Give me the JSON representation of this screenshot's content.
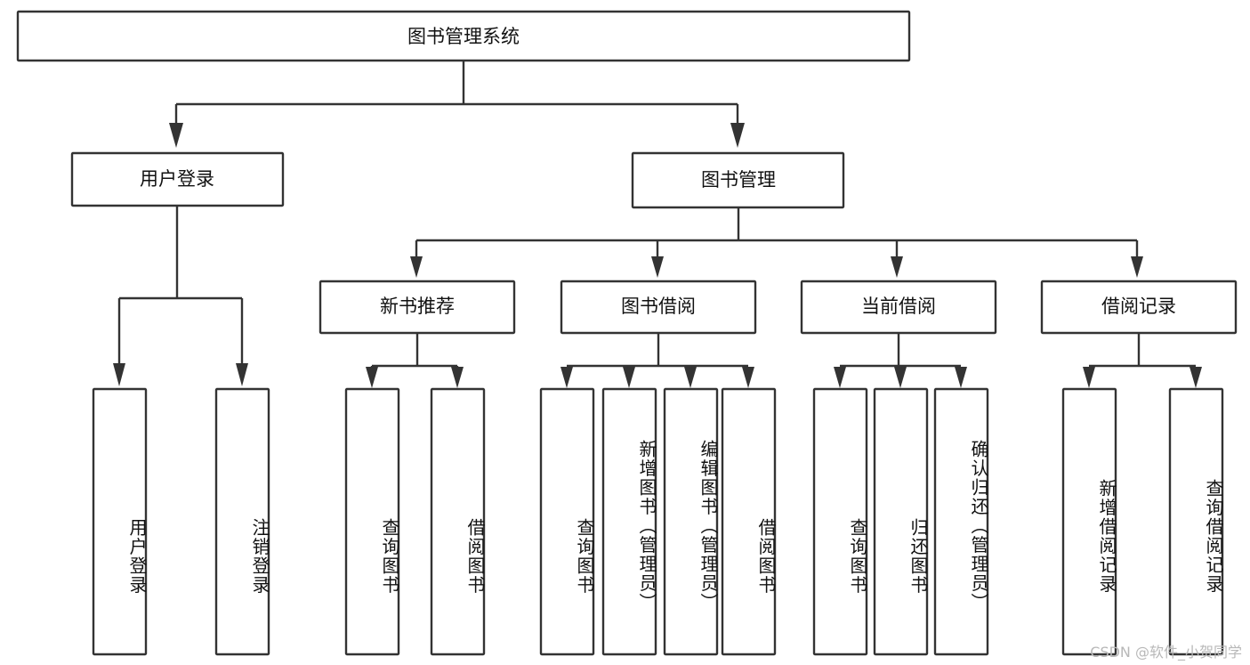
{
  "diagram": {
    "type": "tree",
    "title": "图书管理系统",
    "watermark": "CSDN @软件_小贺同学",
    "colors": {
      "box_stroke": "#333333",
      "box_fill": "#ffffff",
      "connector": "#333333",
      "text": "#111111",
      "watermark": "#b8b8b8",
      "background": "#ffffff"
    },
    "levels": {
      "root": {
        "label": "图书管理系统"
      },
      "level2": [
        {
          "label": "用户登录"
        },
        {
          "label": "图书管理"
        }
      ],
      "level3": [
        {
          "label": "新书推荐"
        },
        {
          "label": "图书借阅"
        },
        {
          "label": "当前借阅"
        },
        {
          "label": "借阅记录"
        }
      ]
    },
    "nodes": {
      "root": "图书管理系统",
      "user_login": "用户登录",
      "book_manage": "图书管理",
      "new_book_rec": "新书推荐",
      "book_borrow": "图书借阅",
      "current_borrow": "当前借阅",
      "borrow_record": "借阅记录",
      "leaf_user_login": "用户登录",
      "leaf_logout": "注销登录",
      "leaf_query_book_1": "查询图书",
      "leaf_borrow_book_1": "借阅图书",
      "leaf_query_book_2": "查询图书",
      "leaf_add_book_admin": "新增图书（管理员）",
      "leaf_edit_book_admin": "编辑图书（管理员）",
      "leaf_borrow_book_2": "借阅图书",
      "leaf_query_book_3": "查询图书",
      "leaf_return_book": "归还图书",
      "leaf_confirm_return_admin": "确认归还（管理员）",
      "leaf_add_record": "新增借阅记录",
      "leaf_query_record": "查询借阅记录"
    }
  }
}
